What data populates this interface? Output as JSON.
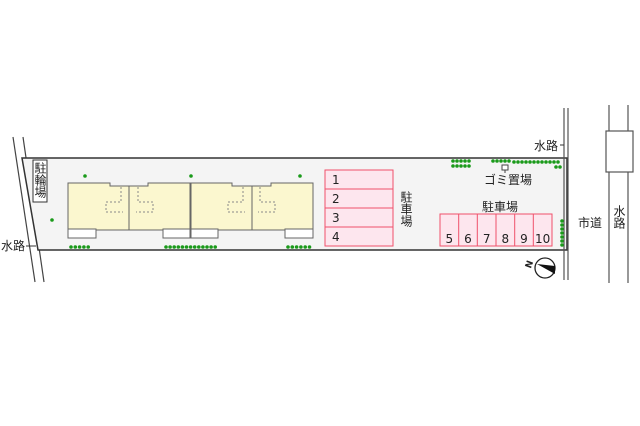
{
  "labels": {
    "bicycle_parking": "駐輪場",
    "waterway_left": "水路",
    "waterway_top": "水路",
    "waterway_right": "水路",
    "parking_a": "駐車場",
    "parking_b": "駐車場",
    "garbage": "ゴミ置場",
    "city_road": "市道"
  },
  "parking_a_spaces": [
    "1",
    "2",
    "3",
    "4"
  ],
  "parking_b_spaces": [
    "5",
    "6",
    "7",
    "8",
    "9",
    "10"
  ],
  "compass": {
    "icon": "north-arrow-icon",
    "letter": "N"
  },
  "colors": {
    "building": "#fbf7cf",
    "parking_fill": "#fde6ee",
    "parking_stroke": "#f0506a",
    "tree": "#1a9a1a",
    "lot": "#f4f4f4"
  }
}
